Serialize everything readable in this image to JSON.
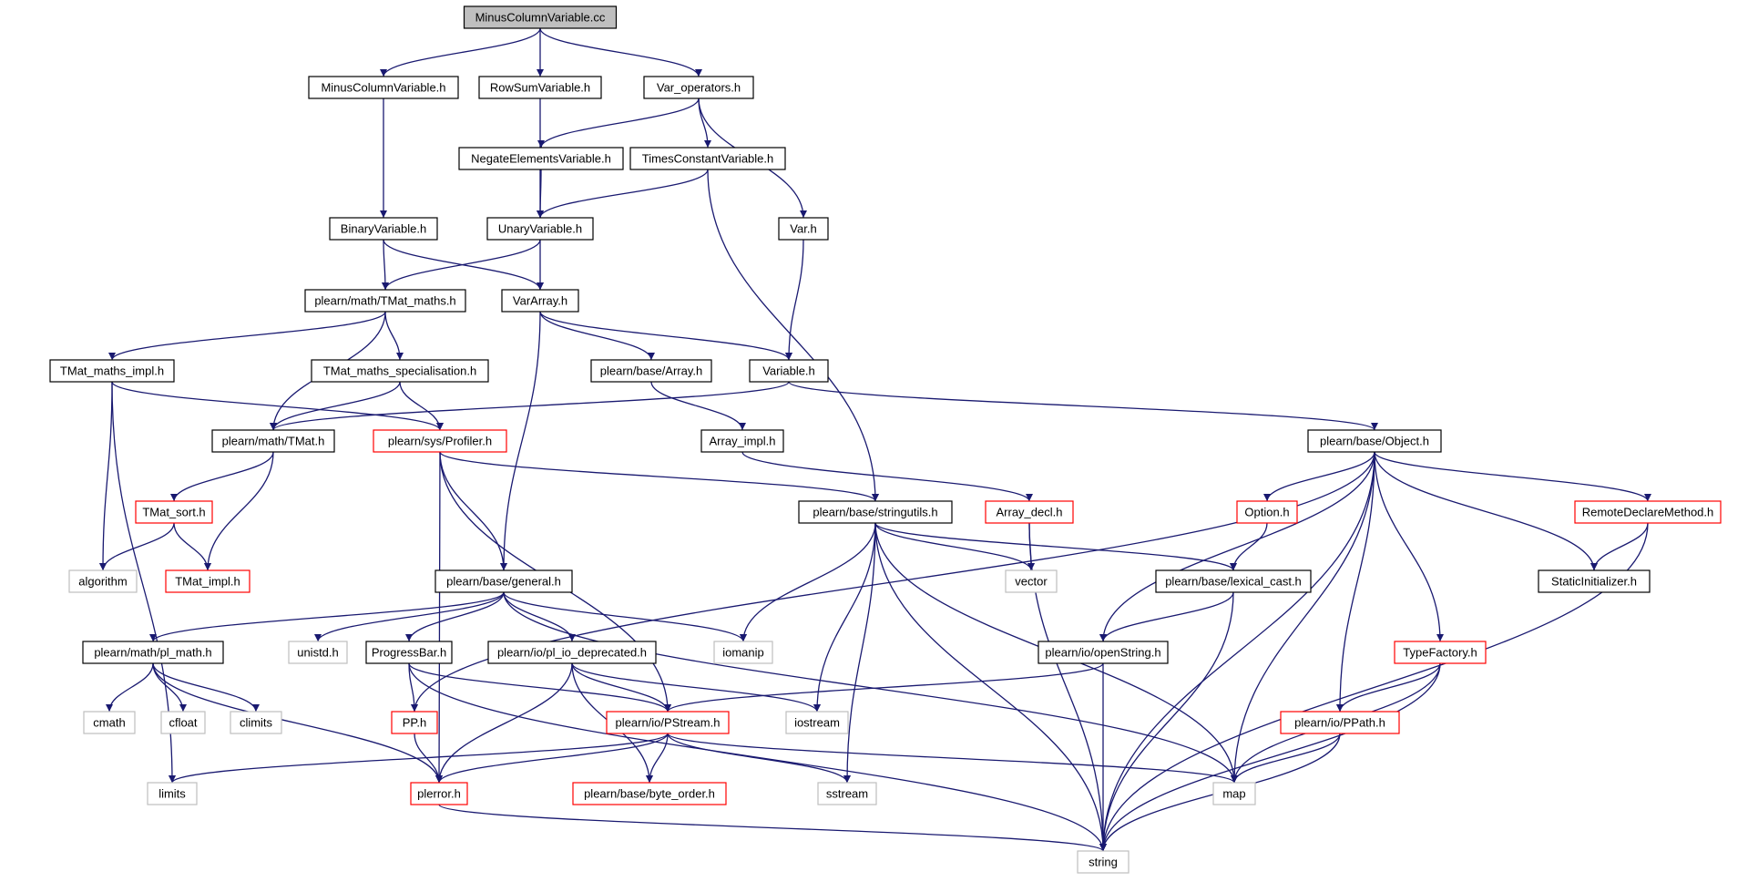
{
  "colors": {
    "edge": "#191970",
    "normal_border": "#000000",
    "truncated_border": "#ff0000",
    "system_border": "#bfbfbf",
    "root_fill": "#bfbfbf",
    "fill": "#ffffff"
  },
  "nodes": [
    {
      "id": "root",
      "label": "MinusColumnVariable.cc",
      "kind": "root"
    },
    {
      "id": "mcv_h",
      "label": "MinusColumnVariable.h",
      "kind": "normal"
    },
    {
      "id": "rowsum",
      "label": "RowSumVariable.h",
      "kind": "normal"
    },
    {
      "id": "varops",
      "label": "Var_operators.h",
      "kind": "normal"
    },
    {
      "id": "negate",
      "label": "NegateElementsVariable.h",
      "kind": "normal"
    },
    {
      "id": "timesc",
      "label": "TimesConstantVariable.h",
      "kind": "normal"
    },
    {
      "id": "binary",
      "label": "BinaryVariable.h",
      "kind": "normal"
    },
    {
      "id": "unary",
      "label": "UnaryVariable.h",
      "kind": "normal"
    },
    {
      "id": "var_h",
      "label": "Var.h",
      "kind": "normal"
    },
    {
      "id": "tmatmaths",
      "label": "plearn/math/TMat_maths.h",
      "kind": "normal"
    },
    {
      "id": "vararray",
      "label": "VarArray.h",
      "kind": "normal"
    },
    {
      "id": "tmatimpl_m",
      "label": "TMat_maths_impl.h",
      "kind": "normal"
    },
    {
      "id": "tmatspec",
      "label": "TMat_maths_specialisation.h",
      "kind": "normal"
    },
    {
      "id": "basearray",
      "label": "plearn/base/Array.h",
      "kind": "normal"
    },
    {
      "id": "variable",
      "label": "Variable.h",
      "kind": "normal"
    },
    {
      "id": "tmat",
      "label": "plearn/math/TMat.h",
      "kind": "normal"
    },
    {
      "id": "profiler",
      "label": "plearn/sys/Profiler.h",
      "kind": "truncated"
    },
    {
      "id": "arrayimpl",
      "label": "Array_impl.h",
      "kind": "normal"
    },
    {
      "id": "object",
      "label": "plearn/base/Object.h",
      "kind": "normal"
    },
    {
      "id": "tmatsort",
      "label": "TMat_sort.h",
      "kind": "truncated"
    },
    {
      "id": "stringutils",
      "label": "plearn/base/stringutils.h",
      "kind": "normal"
    },
    {
      "id": "arraydecl",
      "label": "Array_decl.h",
      "kind": "truncated"
    },
    {
      "id": "option",
      "label": "Option.h",
      "kind": "truncated"
    },
    {
      "id": "remote",
      "label": "RemoteDeclareMethod.h",
      "kind": "truncated"
    },
    {
      "id": "algorithm",
      "label": "algorithm",
      "kind": "system"
    },
    {
      "id": "tmatimpl",
      "label": "TMat_impl.h",
      "kind": "truncated"
    },
    {
      "id": "general",
      "label": "plearn/base/general.h",
      "kind": "normal"
    },
    {
      "id": "vector",
      "label": "vector",
      "kind": "system"
    },
    {
      "id": "lexical",
      "label": "plearn/base/lexical_cast.h",
      "kind": "normal"
    },
    {
      "id": "static",
      "label": "StaticInitializer.h",
      "kind": "normal"
    },
    {
      "id": "plmath",
      "label": "plearn/math/pl_math.h",
      "kind": "normal"
    },
    {
      "id": "unistd",
      "label": "unistd.h",
      "kind": "system"
    },
    {
      "id": "progress",
      "label": "ProgressBar.h",
      "kind": "normal"
    },
    {
      "id": "pliodep",
      "label": "plearn/io/pl_io_deprecated.h",
      "kind": "normal"
    },
    {
      "id": "iomanip",
      "label": "iomanip",
      "kind": "system"
    },
    {
      "id": "openstring",
      "label": "plearn/io/openString.h",
      "kind": "normal"
    },
    {
      "id": "typefactory",
      "label": "TypeFactory.h",
      "kind": "truncated"
    },
    {
      "id": "cmath",
      "label": "cmath",
      "kind": "system"
    },
    {
      "id": "cfloat",
      "label": "cfloat",
      "kind": "system"
    },
    {
      "id": "climits",
      "label": "climits",
      "kind": "system"
    },
    {
      "id": "pp",
      "label": "PP.h",
      "kind": "truncated"
    },
    {
      "id": "pstream",
      "label": "plearn/io/PStream.h",
      "kind": "truncated"
    },
    {
      "id": "iostream",
      "label": "iostream",
      "kind": "system"
    },
    {
      "id": "ppath",
      "label": "plearn/io/PPath.h",
      "kind": "truncated"
    },
    {
      "id": "limits",
      "label": "limits",
      "kind": "system"
    },
    {
      "id": "plerror",
      "label": "plerror.h",
      "kind": "truncated"
    },
    {
      "id": "byteorder",
      "label": "plearn/base/byte_order.h",
      "kind": "truncated"
    },
    {
      "id": "sstream",
      "label": "sstream",
      "kind": "system"
    },
    {
      "id": "map",
      "label": "map",
      "kind": "system"
    },
    {
      "id": "string",
      "label": "string",
      "kind": "system"
    }
  ],
  "edges": [
    [
      "root",
      "mcv_h"
    ],
    [
      "root",
      "rowsum"
    ],
    [
      "root",
      "varops"
    ],
    [
      "mcv_h",
      "binary"
    ],
    [
      "rowsum",
      "unary"
    ],
    [
      "varops",
      "negate"
    ],
    [
      "varops",
      "timesc"
    ],
    [
      "varops",
      "var_h"
    ],
    [
      "negate",
      "unary"
    ],
    [
      "timesc",
      "unary"
    ],
    [
      "timesc",
      "stringutils"
    ],
    [
      "binary",
      "tmatmaths"
    ],
    [
      "binary",
      "vararray"
    ],
    [
      "unary",
      "tmatmaths"
    ],
    [
      "unary",
      "vararray"
    ],
    [
      "var_h",
      "variable"
    ],
    [
      "tmatmaths",
      "tmatimpl_m"
    ],
    [
      "tmatmaths",
      "tmatspec"
    ],
    [
      "tmatmaths",
      "tmat"
    ],
    [
      "vararray",
      "basearray"
    ],
    [
      "vararray",
      "variable"
    ],
    [
      "vararray",
      "general"
    ],
    [
      "tmatimpl_m",
      "profiler"
    ],
    [
      "tmatimpl_m",
      "algorithm"
    ],
    [
      "tmatimpl_m",
      "limits"
    ],
    [
      "tmatspec",
      "tmat"
    ],
    [
      "tmatspec",
      "profiler"
    ],
    [
      "basearray",
      "arrayimpl"
    ],
    [
      "variable",
      "tmat"
    ],
    [
      "variable",
      "object"
    ],
    [
      "tmat",
      "tmatsort"
    ],
    [
      "tmat",
      "tmatimpl"
    ],
    [
      "profiler",
      "stringutils"
    ],
    [
      "profiler",
      "general"
    ],
    [
      "profiler",
      "pstream"
    ],
    [
      "profiler",
      "plerror"
    ],
    [
      "arrayimpl",
      "arraydecl"
    ],
    [
      "object",
      "pp"
    ],
    [
      "object",
      "option"
    ],
    [
      "object",
      "openstring"
    ],
    [
      "object",
      "map"
    ],
    [
      "object",
      "ppath"
    ],
    [
      "object",
      "typefactory"
    ],
    [
      "object",
      "string"
    ],
    [
      "object",
      "static"
    ],
    [
      "object",
      "remote"
    ],
    [
      "tmatsort",
      "algorithm"
    ],
    [
      "tmatsort",
      "tmatimpl"
    ],
    [
      "stringutils",
      "vector"
    ],
    [
      "stringutils",
      "lexical"
    ],
    [
      "stringutils",
      "iomanip"
    ],
    [
      "stringutils",
      "iostream"
    ],
    [
      "stringutils",
      "sstream"
    ],
    [
      "stringutils",
      "map"
    ],
    [
      "stringutils",
      "string"
    ],
    [
      "arraydecl",
      "vector"
    ],
    [
      "arraydecl",
      "string"
    ],
    [
      "option",
      "lexical"
    ],
    [
      "remote",
      "static"
    ],
    [
      "remote",
      "string"
    ],
    [
      "general",
      "plmath"
    ],
    [
      "general",
      "unistd"
    ],
    [
      "general",
      "progress"
    ],
    [
      "general",
      "pliodep"
    ],
    [
      "general",
      "iomanip"
    ],
    [
      "general",
      "map"
    ],
    [
      "lexical",
      "openstring"
    ],
    [
      "lexical",
      "string"
    ],
    [
      "plmath",
      "cmath"
    ],
    [
      "plmath",
      "cfloat"
    ],
    [
      "plmath",
      "climits"
    ],
    [
      "plmath",
      "plerror"
    ],
    [
      "progress",
      "pp"
    ],
    [
      "progress",
      "pstream"
    ],
    [
      "progress",
      "string"
    ],
    [
      "pliodep",
      "pstream"
    ],
    [
      "pliodep",
      "plerror"
    ],
    [
      "pliodep",
      "byteorder"
    ],
    [
      "pliodep",
      "iostream"
    ],
    [
      "openstring",
      "pstream"
    ],
    [
      "openstring",
      "string"
    ],
    [
      "typefactory",
      "ppath"
    ],
    [
      "typefactory",
      "map"
    ],
    [
      "typefactory",
      "string"
    ],
    [
      "pp",
      "plerror"
    ],
    [
      "pstream",
      "limits"
    ],
    [
      "pstream",
      "plerror"
    ],
    [
      "pstream",
      "byteorder"
    ],
    [
      "pstream",
      "sstream"
    ],
    [
      "pstream",
      "map"
    ],
    [
      "ppath",
      "map"
    ],
    [
      "ppath",
      "string"
    ],
    [
      "plerror",
      "string"
    ]
  ]
}
